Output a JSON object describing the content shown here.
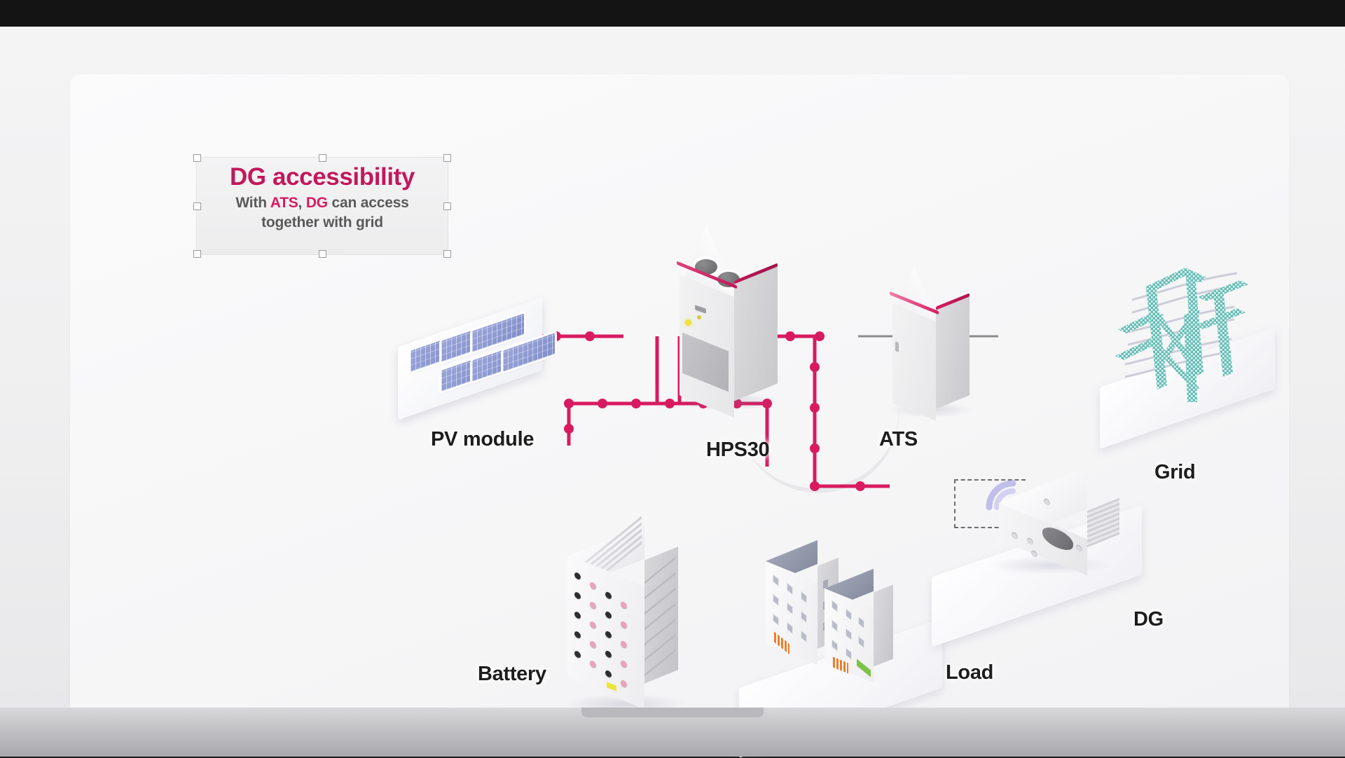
{
  "callout": {
    "title": "DG accessibility",
    "line1_pre": "With ",
    "line1_hl1": "ATS",
    "line1_mid": ", ",
    "line1_hl2": "DG",
    "line1_post": " can access",
    "line2": "together with grid",
    "title_color": "#c2185b",
    "highlight_color": "#d81b60",
    "body_color": "#5a5a5a"
  },
  "nodes": {
    "pv": "PV module",
    "hps30": "HPS30",
    "ats": "ATS",
    "grid": "Grid",
    "battery": "Battery",
    "load": "Load",
    "dg": "DG"
  },
  "colors": {
    "wire_active": "#d81b60",
    "wire_inactive": "#8c8c8c",
    "break_marker": "#c2185b",
    "pv_panel": "#8e9ad2",
    "pylon": "#63bdb5",
    "background": "#f4f4f5",
    "panel": "#fbfbfc"
  },
  "diagram": {
    "type": "single-line-power-diagram",
    "connections": [
      {
        "from": "pv",
        "to": "hps30",
        "state": "active",
        "color": "#d81b60"
      },
      {
        "from": "hps30",
        "to": "ats",
        "state": "active",
        "color": "#d81b60"
      },
      {
        "from": "ats",
        "to": "grid",
        "state": "broken",
        "color": "#8c8c8c"
      },
      {
        "from": "hps30",
        "to": "battery",
        "state": "active",
        "color": "#d81b60"
      },
      {
        "from": "hps30",
        "to": "load",
        "state": "active",
        "color": "#d81b60"
      },
      {
        "from": "ats",
        "to": "dg",
        "state": "active",
        "color": "#d81b60"
      }
    ],
    "break_marker": {
      "on_connection": "ats-grid",
      "symbol": "x-circle"
    }
  }
}
